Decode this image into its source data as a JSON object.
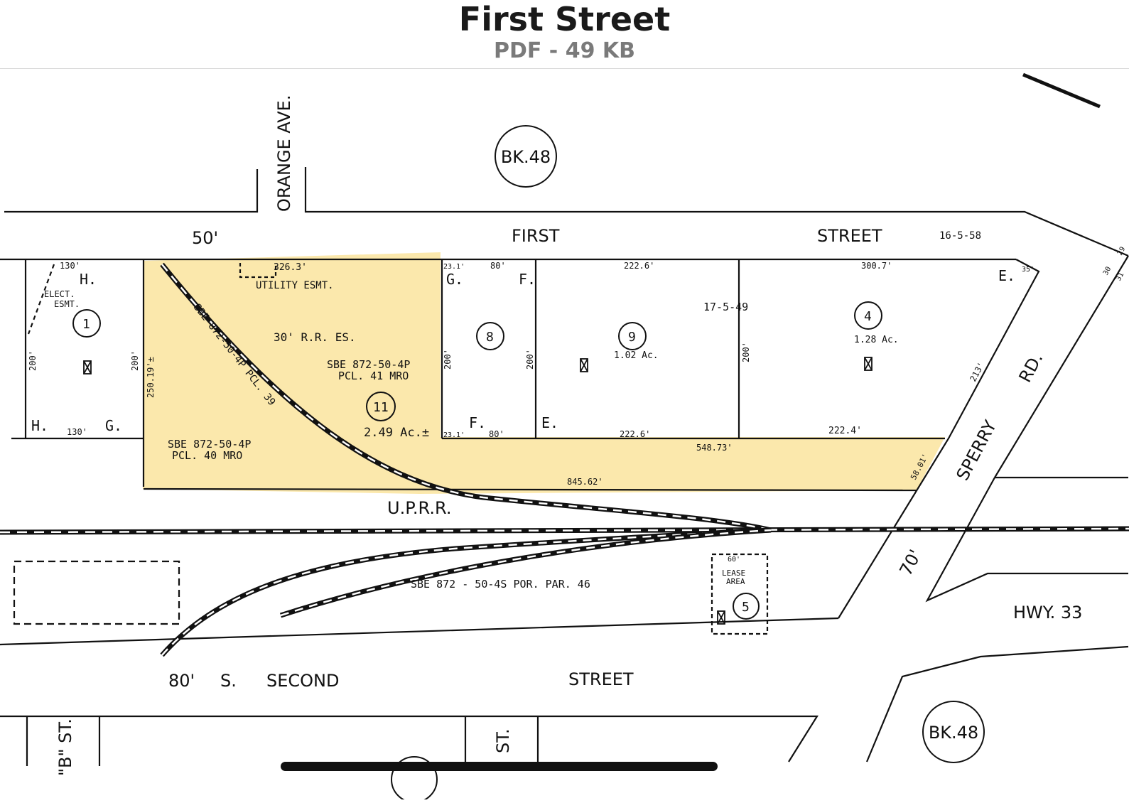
{
  "header": {
    "title": "First Street",
    "meta": "PDF - 49 KB"
  },
  "map": {
    "book_labels": [
      "BK.48",
      "BK.48"
    ],
    "streets": {
      "orange_ave": "ORANGE AVE.",
      "first_width": "50'",
      "first": "FIRST",
      "first_street": "STREET",
      "second_width": "80'",
      "second_prefix": "S.",
      "second": "SECOND",
      "second_street": "STREET",
      "sperry": "SPERRY",
      "sperry_rd": "RD.",
      "sperry_width": "70'",
      "hwy": "HWY. 33",
      "b_st": "\"B\" ST.",
      "f_st": "ST."
    },
    "railroad": "U.P.R.R.",
    "highlight_color": "#fbe7a8",
    "parcels": {
      "p1": "1",
      "p4": "4",
      "p5": "5",
      "p8": "8",
      "p9": "9",
      "p11": "11"
    },
    "notes": {
      "elect": "ELECT.",
      "esmt": "ESMT.",
      "utility": "UTILITY ESMT.",
      "rr_es": "30' R.R. ES.",
      "sbe41_a": "SBE 872-50-4P",
      "sbe41_b": "PCL. 41 MRO",
      "sbe40_a": "SBE 872-50-4P",
      "sbe40_b": "PCL. 40 MRO",
      "sbe39": "SBE 872-50-4P PCL. 39",
      "sbe46": "SBE 872 - 50-4S POR. PAR. 46",
      "lease_a": "LEASE",
      "lease_b": "AREA",
      "code1": "16-5-58",
      "code2": "17-5-49",
      "acres11": "2.49 Ac.±",
      "acres9": "1.02 Ac.",
      "acres4": "1.28 Ac."
    },
    "lot_letters": {
      "h1": "H.",
      "h2": "H.",
      "g1": "G.",
      "g2": "G.",
      "f1": "F.",
      "f2": "F.",
      "e1": "E.",
      "e2": "E."
    },
    "dims": {
      "d130a": "130'",
      "d130b": "130'",
      "d200a": "200'",
      "d200b": "200'",
      "d250": "250.19'±",
      "d326": "326.3'",
      "d23a": "23.1'",
      "d80a": "80'",
      "d222a": "222.6'",
      "d300": "300.7'",
      "d35": "35'",
      "d200c": "200'",
      "d200d": "200'",
      "d200e": "200'",
      "d23b": "23.1'",
      "d80b": "80'",
      "d222b": "222.6'",
      "d222c": "222.4'",
      "d548": "548.73'",
      "d845": "845.62'",
      "d58": "58.01'",
      "d213": "213'",
      "d60": "60'",
      "d30": "30",
      "d31": "31",
      "d29": "29"
    }
  }
}
